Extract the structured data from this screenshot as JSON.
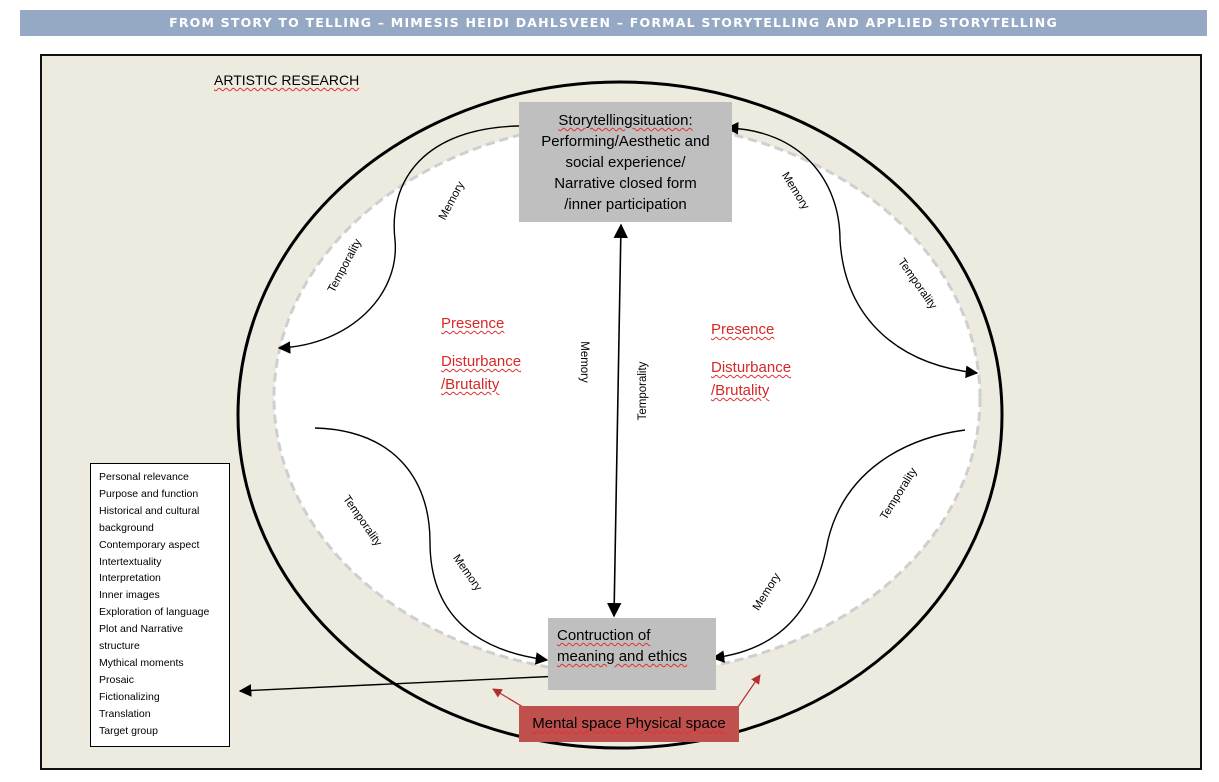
{
  "header": {
    "title": "FROM STORY TO TELLING – MIMESIS HEIDI DAHLSVEEN – FORMAL STORYTELLING AND APPLIED STORYTELLING"
  },
  "diagram": {
    "artistic_research": "ARTISTIC RESEARCH",
    "top_box": {
      "lines": [
        "Storytellingsituation:",
        "Performing/Aesthetic and",
        "social experience/",
        "Narrative closed form",
        "/inner participation"
      ]
    },
    "bottom_box": {
      "lines": [
        "Contruction of",
        "meaning and ethics"
      ]
    },
    "space_box": "Mental space Physical space",
    "left_center": {
      "presence": "Presence",
      "disturbance": "Disturbance",
      "brutality": "/Brutality"
    },
    "right_center": {
      "presence": "Presence",
      "disturbance": "Disturbance",
      "brutality": "/Brutality"
    },
    "axis_labels": {
      "memory": "Memory",
      "temporality": "Temporality"
    },
    "arc_labels": {
      "tl_memory": "Memory",
      "tl_temporality": "Temporality",
      "tr_memory": "Memory",
      "tr_temporality": "Temporality",
      "bl_temporality": "Temporality",
      "bl_memory": "Memory",
      "br_temporality": "Temporality",
      "br_memory": "Memory"
    },
    "list_items": [
      "Personal relevance",
      "Purpose and function",
      "Historical and cultural",
      "background",
      "Contemporary aspect",
      "Intertextuality",
      "Interpretation",
      "Inner images",
      "Exploration of language",
      "Plot and Narrative",
      "structure",
      "Mythical moments",
      "Prosaic",
      "Fictionalizing",
      "Translation",
      "Target group"
    ]
  }
}
